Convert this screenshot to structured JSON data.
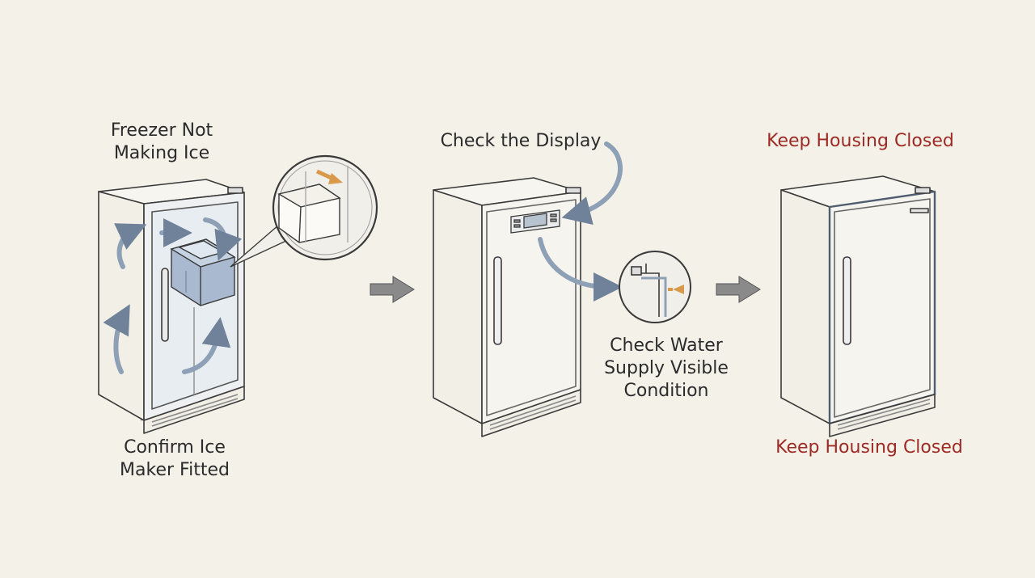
{
  "steps": [
    {
      "top_label": [
        "Freezer Not",
        "Making Ice"
      ],
      "bottom_label": [
        "Confirm Ice",
        "Maker Fitted"
      ]
    },
    {
      "top_label": [
        "Check the Display"
      ],
      "bottom_label": [
        "Check Water",
        "Supply Visible",
        "Condition"
      ]
    },
    {
      "top_label": [
        "Keep Housing Closed"
      ],
      "bottom_label": [
        "Keep Housing Closed"
      ]
    }
  ],
  "colors": {
    "background": "#f4f1e9",
    "line": "#3a3a3a",
    "flow_arrow": "#8ea0b6",
    "accent_arrow": "#d89a4a",
    "ice_maker": "#a9b9cf",
    "step_arrow": "#7d7d7d",
    "warning_text": "#9e2a24"
  },
  "icons": [
    "freezer-open-icon",
    "ice-maker-icon",
    "ice-bin-zoom-icon",
    "freezer-closed-icon",
    "display-panel-icon",
    "water-valve-zoom-icon",
    "freezer-sealed-icon",
    "step-arrow-icon"
  ]
}
